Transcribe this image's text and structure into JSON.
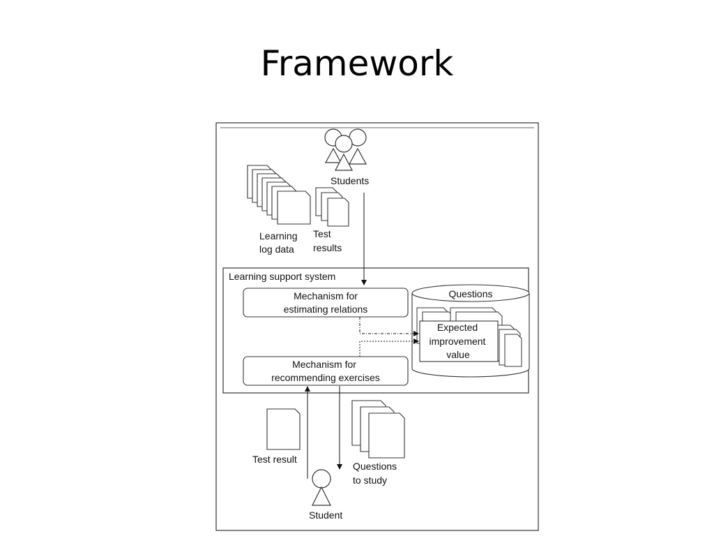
{
  "slide": {
    "title": "Framework"
  },
  "diagram": {
    "students_label": "Students",
    "learning_log_line1": "Learning",
    "learning_log_line2": "log data",
    "test_results_line1": "Test",
    "test_results_line2": "results",
    "system_label": "Learning support system",
    "estimating_line1": "Mechanism for",
    "estimating_line2": "estimating relations",
    "recommending_line1": "Mechanism for",
    "recommending_line2": "recommending exercises",
    "questions_label": "Questions",
    "expected_line1": "Expected",
    "expected_line2": "improvement",
    "expected_line3": "value",
    "test_result_label": "Test result",
    "questions_to_study_line1": "Questions",
    "questions_to_study_line2": "to study",
    "student_label": "Student"
  }
}
